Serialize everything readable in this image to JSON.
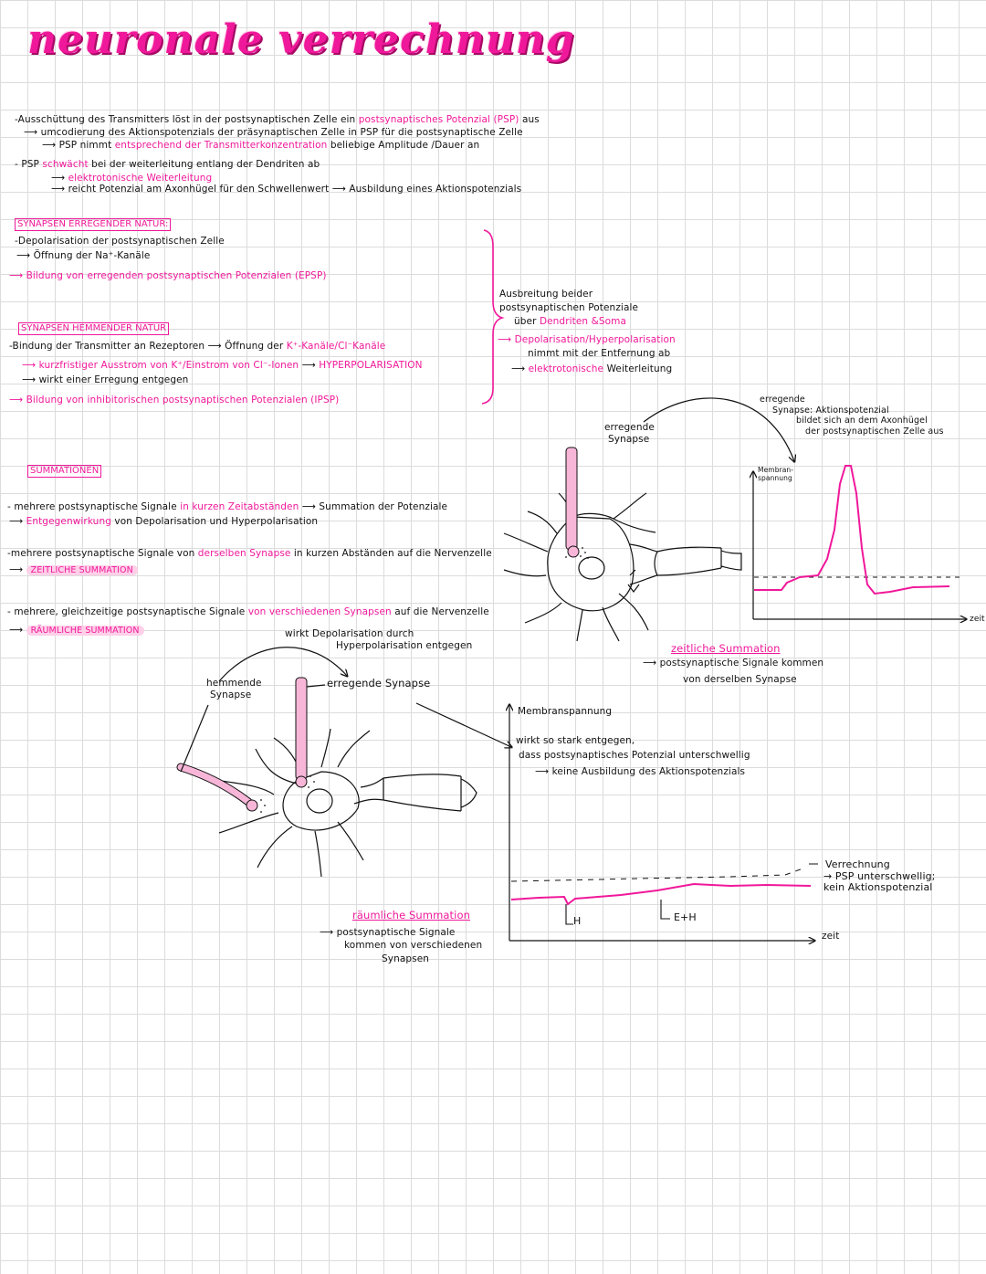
{
  "title": "neuronale verrechnung",
  "intro": {
    "l1a": "-Ausschüttung des Transmitters löst in der postsynaptischen Zelle ein ",
    "l1b": "postsynaptisches Potenzial (PSP)",
    "l1c": " aus",
    "l2": "umcodierung des Aktionspotenzials der präsynaptischen Zelle in PSP für die postsynaptische Zelle",
    "l3a": "PSP nimmt ",
    "l3b": "entsprechend der Transmitterkonzentration",
    "l3c": " beliebige Amplitude /Dauer an",
    "l4a": "- PSP ",
    "l4b": "schwächt",
    "l4c": " bei der weiterleitung entlang der Dendriten ab",
    "l5": "elektrotonische Weiterleitung",
    "l6": "reicht Potenzial am Axonhügel für den Schwellenwert",
    "l6b": "Ausbildung eines Aktionspotenzials"
  },
  "excit": {
    "heading": "SYNAPSEN ERREGENDER NATUR:",
    "l1": "-Depolarisation der postsynaptischen Zelle",
    "l2": "Öffnung der Na⁺-Kanäle",
    "l3": "Bildung von erregenden postsynaptischen Potenzialen (EPSP)"
  },
  "inhib": {
    "heading": "SYNAPSEN HEMMENDER NATUR",
    "l1": "-Bindung der Transmitter an Rezeptoren",
    "l1b": "Öffnung der ",
    "l1c": "K⁺-Kanäle/Cl⁻Kanäle",
    "l2": "kurzfristiger Ausstrom von K⁺/Einstrom von Cl⁻-Ionen",
    "l2b": "HYPERPOLARISATION",
    "l3": "wirkt einer Erregung entgegen",
    "l4": "Bildung von inhibitorischen postsynaptischen Potenzialen (IPSP)"
  },
  "spread": {
    "l1": "Ausbreitung beider",
    "l2": "postsynaptischen Potenziale",
    "l3a": "über ",
    "l3b": "Dendriten &Soma",
    "l4": "Depolarisation/Hyperpolarisation",
    "l5": "nimmt mit der Entfernung ab",
    "l6a": "elektrotonische",
    "l6b": " Weiterleitung"
  },
  "summ": {
    "heading": "SUMMATIONEN",
    "l1a": "- mehrere postsynaptische Signale ",
    "l1b": "in kurzen Zeitabständen",
    "l1c": "Summation der Potenziale",
    "l2a": "Entgegenwirkung",
    "l2b": " von Depolarisation und Hyperpolarisation",
    "l3a": "-mehrere postsynaptische Signale von ",
    "l3b": "derselben Synapse",
    "l3c": " in kurzen Abständen auf die Nervenzelle",
    "l3d": "ZEITLICHE SUMMATION",
    "l4a": "- mehrere, gleichzeitige postsynaptische Signale ",
    "l4b": "von verschiedenen Synapsen",
    "l4c": " auf die Nervenzelle",
    "l4d": "RÄUMLICHE SUMMATION"
  },
  "diag1": {
    "syn_label1": "erregende",
    "syn_label2": "Synapse",
    "ap1": "erregende",
    "ap2": "Synapse: Aktionspotenzial",
    "ap3": "bildet sich an dem Axonhügel",
    "ap4": "der postsynaptischen Zelle aus",
    "ylabel1": "Membran-",
    "ylabel2": "spannung",
    "xlabel": "zeit",
    "cap_title": "zeitliche Summation",
    "cap1": "postsynaptische Signale kommen",
    "cap2": "von derselben Synapse"
  },
  "diag2": {
    "top1": "wirkt Depolarisation durch",
    "top2": "Hyperpolarisation entgegen",
    "inh1": "hemmende",
    "inh2": "Synapse",
    "exc": "erregende Synapse",
    "ylabel": "Membranspannung",
    "note1": "wirkt so stark entgegen,",
    "note2": "dass postsynaptisches Potenzial unterschwellig",
    "note3": "keine Ausbildung des Aktionspotenzials",
    "mark_h": "H",
    "mark_eh": "E+H",
    "res1": "Verrechnung",
    "res2": "PSP unterschwellig;",
    "res3": "kein Aktionspotenzial",
    "xlabel": "zeit",
    "cap_title": "räumliche Summation",
    "cap1": "postsynaptische Signale",
    "cap2": "kommen von verschiedenen",
    "cap3": "Synapsen"
  },
  "colors": {
    "accent": "#f0189a",
    "soft": "#f7b6d8",
    "ink": "#111111"
  }
}
